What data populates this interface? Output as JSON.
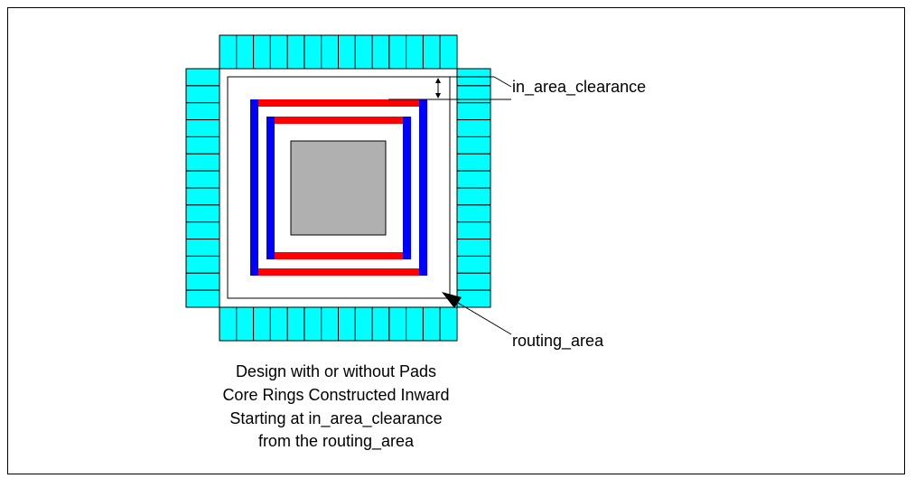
{
  "labels": {
    "clearance": "in_area_clearance",
    "routing": "routing_area"
  },
  "caption": {
    "line1": "Design with or without Pads",
    "line2": "Core Rings Constructed Inward",
    "line3": "Starting at in_area_clearance",
    "line4": "from the routing_area"
  },
  "colors": {
    "pad": "#00ffff",
    "core": "#b0b0b0",
    "ring_red": "#ff0000",
    "ring_blue": "#0000ff",
    "line": "#000000"
  }
}
